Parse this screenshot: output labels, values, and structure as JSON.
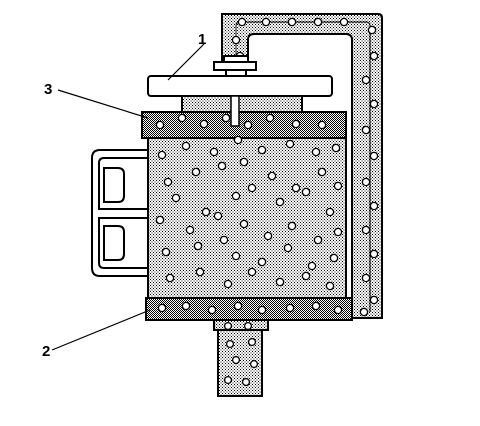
{
  "diagram": {
    "callouts": [
      {
        "id": "callout-1",
        "text": "1"
      },
      {
        "id": "callout-2",
        "text": "2"
      },
      {
        "id": "callout-3",
        "text": "3"
      }
    ],
    "colors": {
      "stroke": "#000000",
      "fill": "#ffffff",
      "stipple": "#000000"
    }
  }
}
